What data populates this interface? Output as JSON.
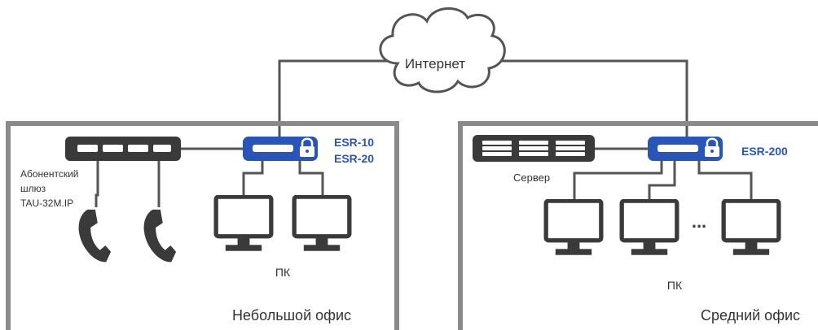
{
  "cloud": {
    "label": "Интернет"
  },
  "small_office": {
    "title": "Небольшой офис",
    "gateway_label_lines": [
      "Абонентский",
      "шлюз",
      "TAU-32M.IP"
    ],
    "router_models": [
      "ESR-10",
      "ESR-20"
    ],
    "pc_label": "ПК"
  },
  "medium_office": {
    "title": "Средний офис",
    "server_label": "Сервер",
    "router_model": "ESR-200",
    "pc_label": "ПК",
    "ellipsis": "..."
  },
  "colors": {
    "frame": "#8a8a8a",
    "device": "#3a3a3a",
    "router": "#2a55b8",
    "text_accent": "#2a55b8",
    "text": "#333333"
  },
  "icons": [
    "cloud-icon",
    "gateway-icon",
    "router-icon",
    "lock-icon",
    "phone-icon",
    "monitor-icon",
    "server-icon"
  ]
}
